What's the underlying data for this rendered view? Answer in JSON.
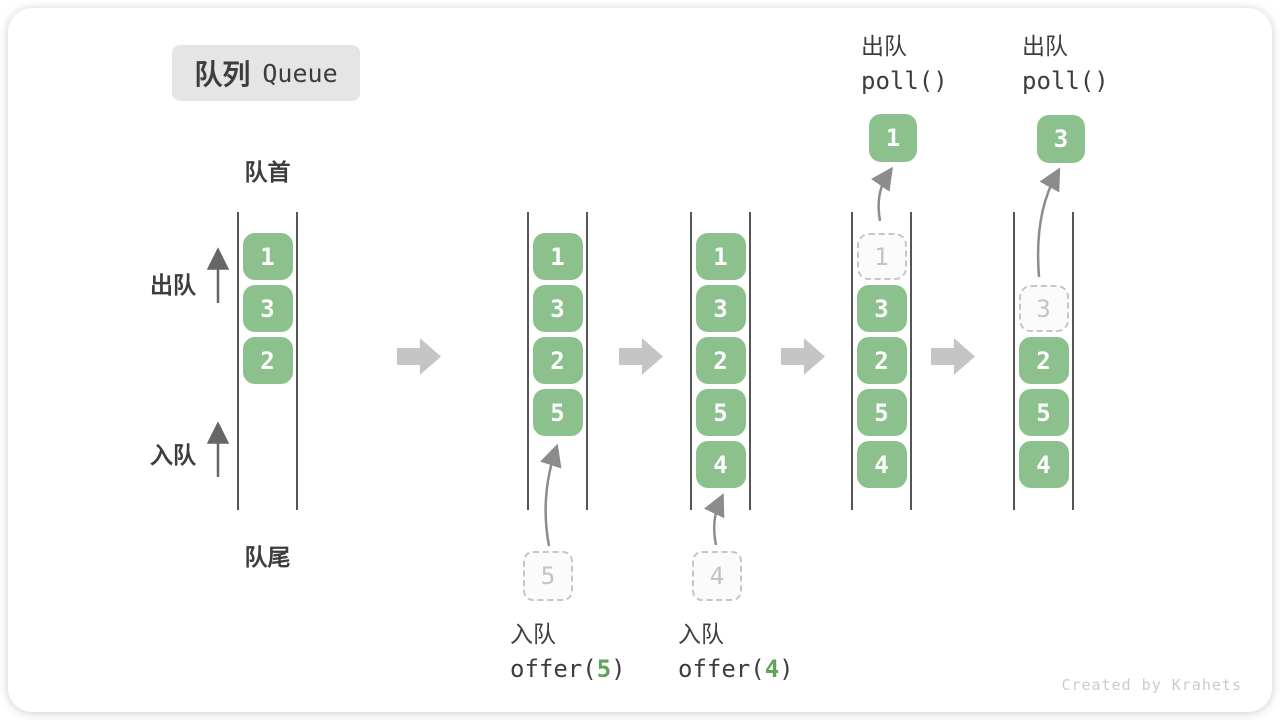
{
  "title": {
    "zh": "队列",
    "en": "Queue"
  },
  "labels": {
    "front": "队首",
    "rear": "队尾",
    "dequeue": "出队",
    "enqueue": "入队"
  },
  "queues": [
    {
      "cells": [
        "1",
        "3",
        "2"
      ]
    },
    {
      "cells": [
        "1",
        "3",
        "2",
        "5"
      ],
      "pending": "5"
    },
    {
      "cells": [
        "1",
        "3",
        "2",
        "5",
        "4"
      ],
      "pending": "4"
    },
    {
      "ghost": "1",
      "cells": [
        "3",
        "2",
        "5",
        "4"
      ],
      "popped": "1"
    },
    {
      "ghost": "3",
      "cells": [
        "2",
        "5",
        "4"
      ],
      "popped": "3"
    }
  ],
  "operations": {
    "enqueue5": {
      "label": "入队",
      "fn": "offer(",
      "arg": "5",
      "close": ")"
    },
    "enqueue4": {
      "label": "入队",
      "fn": "offer(",
      "arg": "4",
      "close": ")"
    },
    "poll_first": {
      "label": "出队",
      "code": "poll()"
    },
    "poll_second": {
      "label": "出队",
      "code": "poll()"
    }
  },
  "watermark": "Created by Krahets",
  "colors": {
    "box_green": "#8CC08C",
    "code_arg_green": "#5FA457",
    "block_arrow_gray": "#C5C5C5",
    "dashed_gray": "#C6C6C6",
    "text_dark": "#3D3D3D",
    "badge_bg": "#E5E5E5",
    "watermark_gray": "#CBCBCB"
  }
}
